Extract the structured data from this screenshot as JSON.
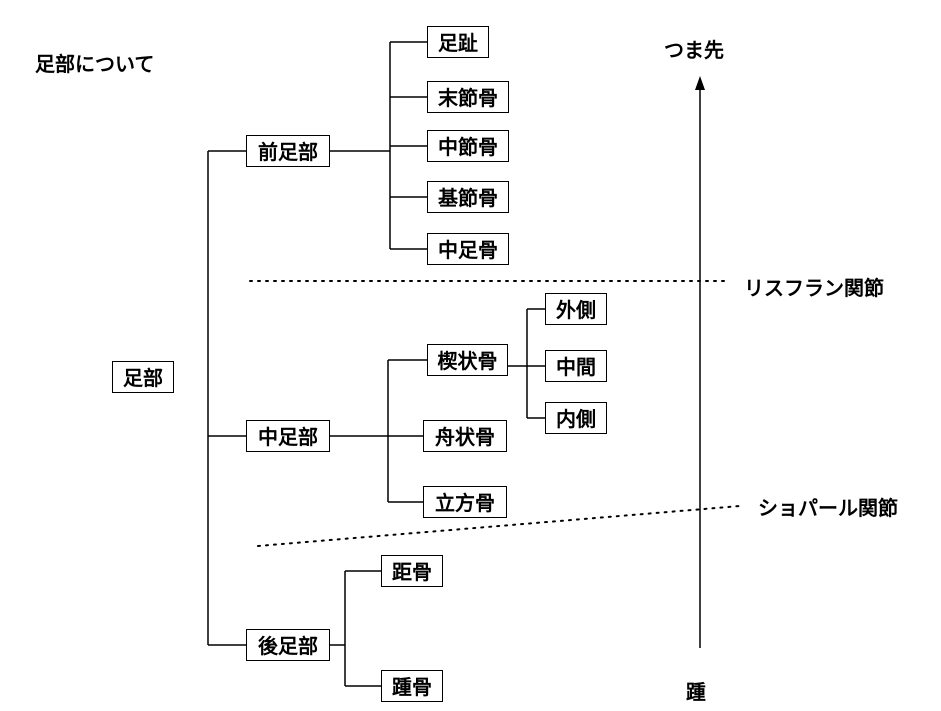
{
  "diagram": {
    "title": "足部について",
    "root": "足部",
    "direction": {
      "top": "つま先",
      "bottom": "踵"
    },
    "joints": {
      "lisfranc": "リスフラン関節",
      "chopart": "ショパール関節"
    },
    "forefoot": {
      "label": "前足部",
      "children": [
        "足趾",
        "末節骨",
        "中節骨",
        "基節骨",
        "中足骨"
      ]
    },
    "midfoot": {
      "label": "中足部",
      "cuneiform": {
        "label": "楔状骨",
        "children": [
          "外側",
          "中間",
          "内側"
        ]
      },
      "navicular": "舟状骨",
      "cuboid": "立方骨"
    },
    "hindfoot": {
      "label": "後足部",
      "children": [
        "距骨",
        "踵骨"
      ]
    }
  }
}
